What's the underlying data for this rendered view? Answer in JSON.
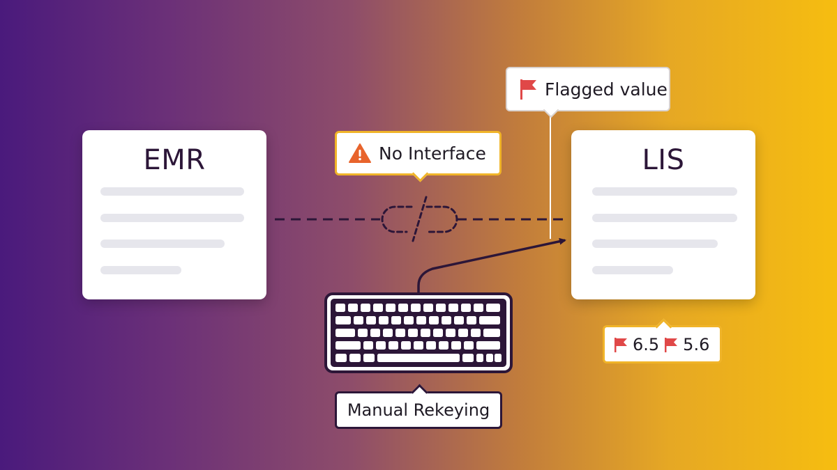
{
  "cards": {
    "emr": {
      "title": "EMR"
    },
    "lis": {
      "title": "LIS"
    }
  },
  "callouts": {
    "no_interface": "No Interface",
    "flagged_value": "Flagged value",
    "manual_rekeying": "Manual Rekeying",
    "values": [
      "6.5",
      "5.6"
    ]
  },
  "icons": {
    "warning": "warning-icon",
    "flag": "flag-icon",
    "keyboard": "keyboard-icon",
    "broken_link": "broken-link-icon"
  },
  "colors": {
    "warning_orange": "#e8642c",
    "flag_red": "#e04848",
    "callout_border_yellow": "#f0b429",
    "dark_purple": "#2c1638"
  }
}
